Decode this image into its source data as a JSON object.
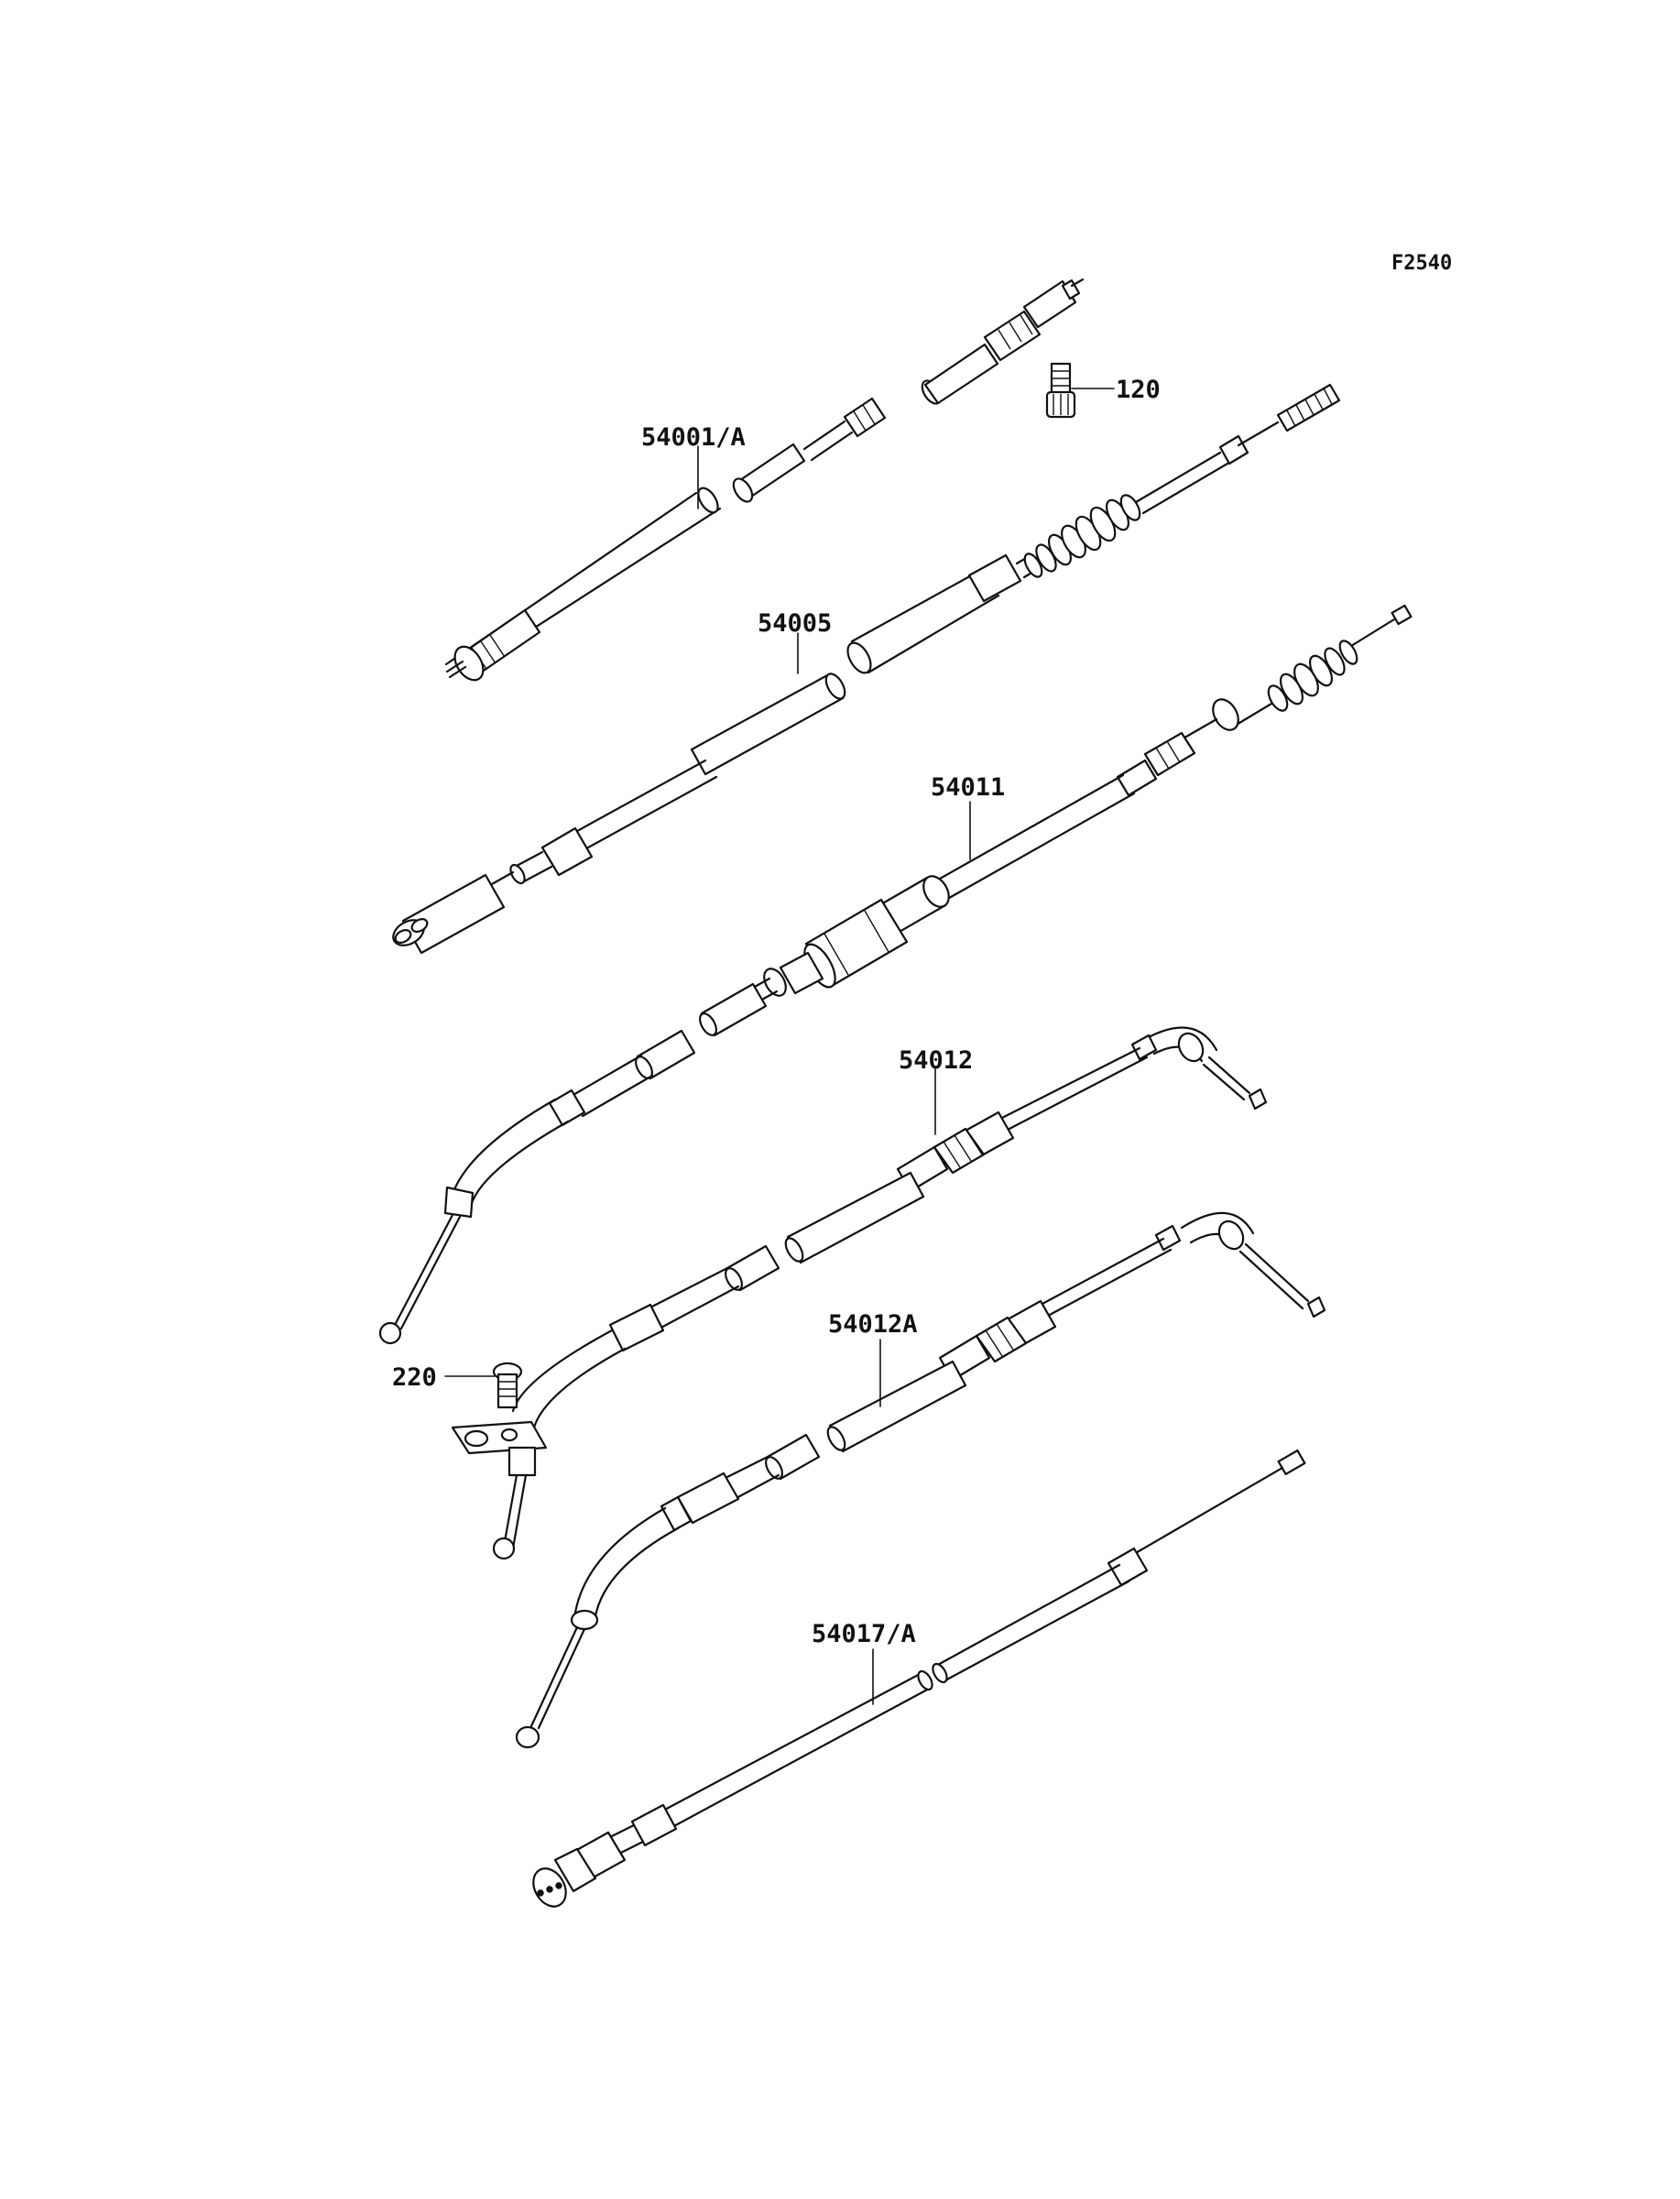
{
  "figure_code": "F2540",
  "parts": [
    {
      "ref": "54001/A",
      "icon": "speedometer-cable"
    },
    {
      "ref": "120",
      "icon": "bolt"
    },
    {
      "ref": "54005",
      "icon": "brake-cable"
    },
    {
      "ref": "54011",
      "icon": "clutch-cable"
    },
    {
      "ref": "54012",
      "icon": "throttle-cable"
    },
    {
      "ref": "220",
      "icon": "screw"
    },
    {
      "ref": "54012A",
      "icon": "throttle-cable"
    },
    {
      "ref": "54017/A",
      "icon": "choke-cable"
    }
  ]
}
